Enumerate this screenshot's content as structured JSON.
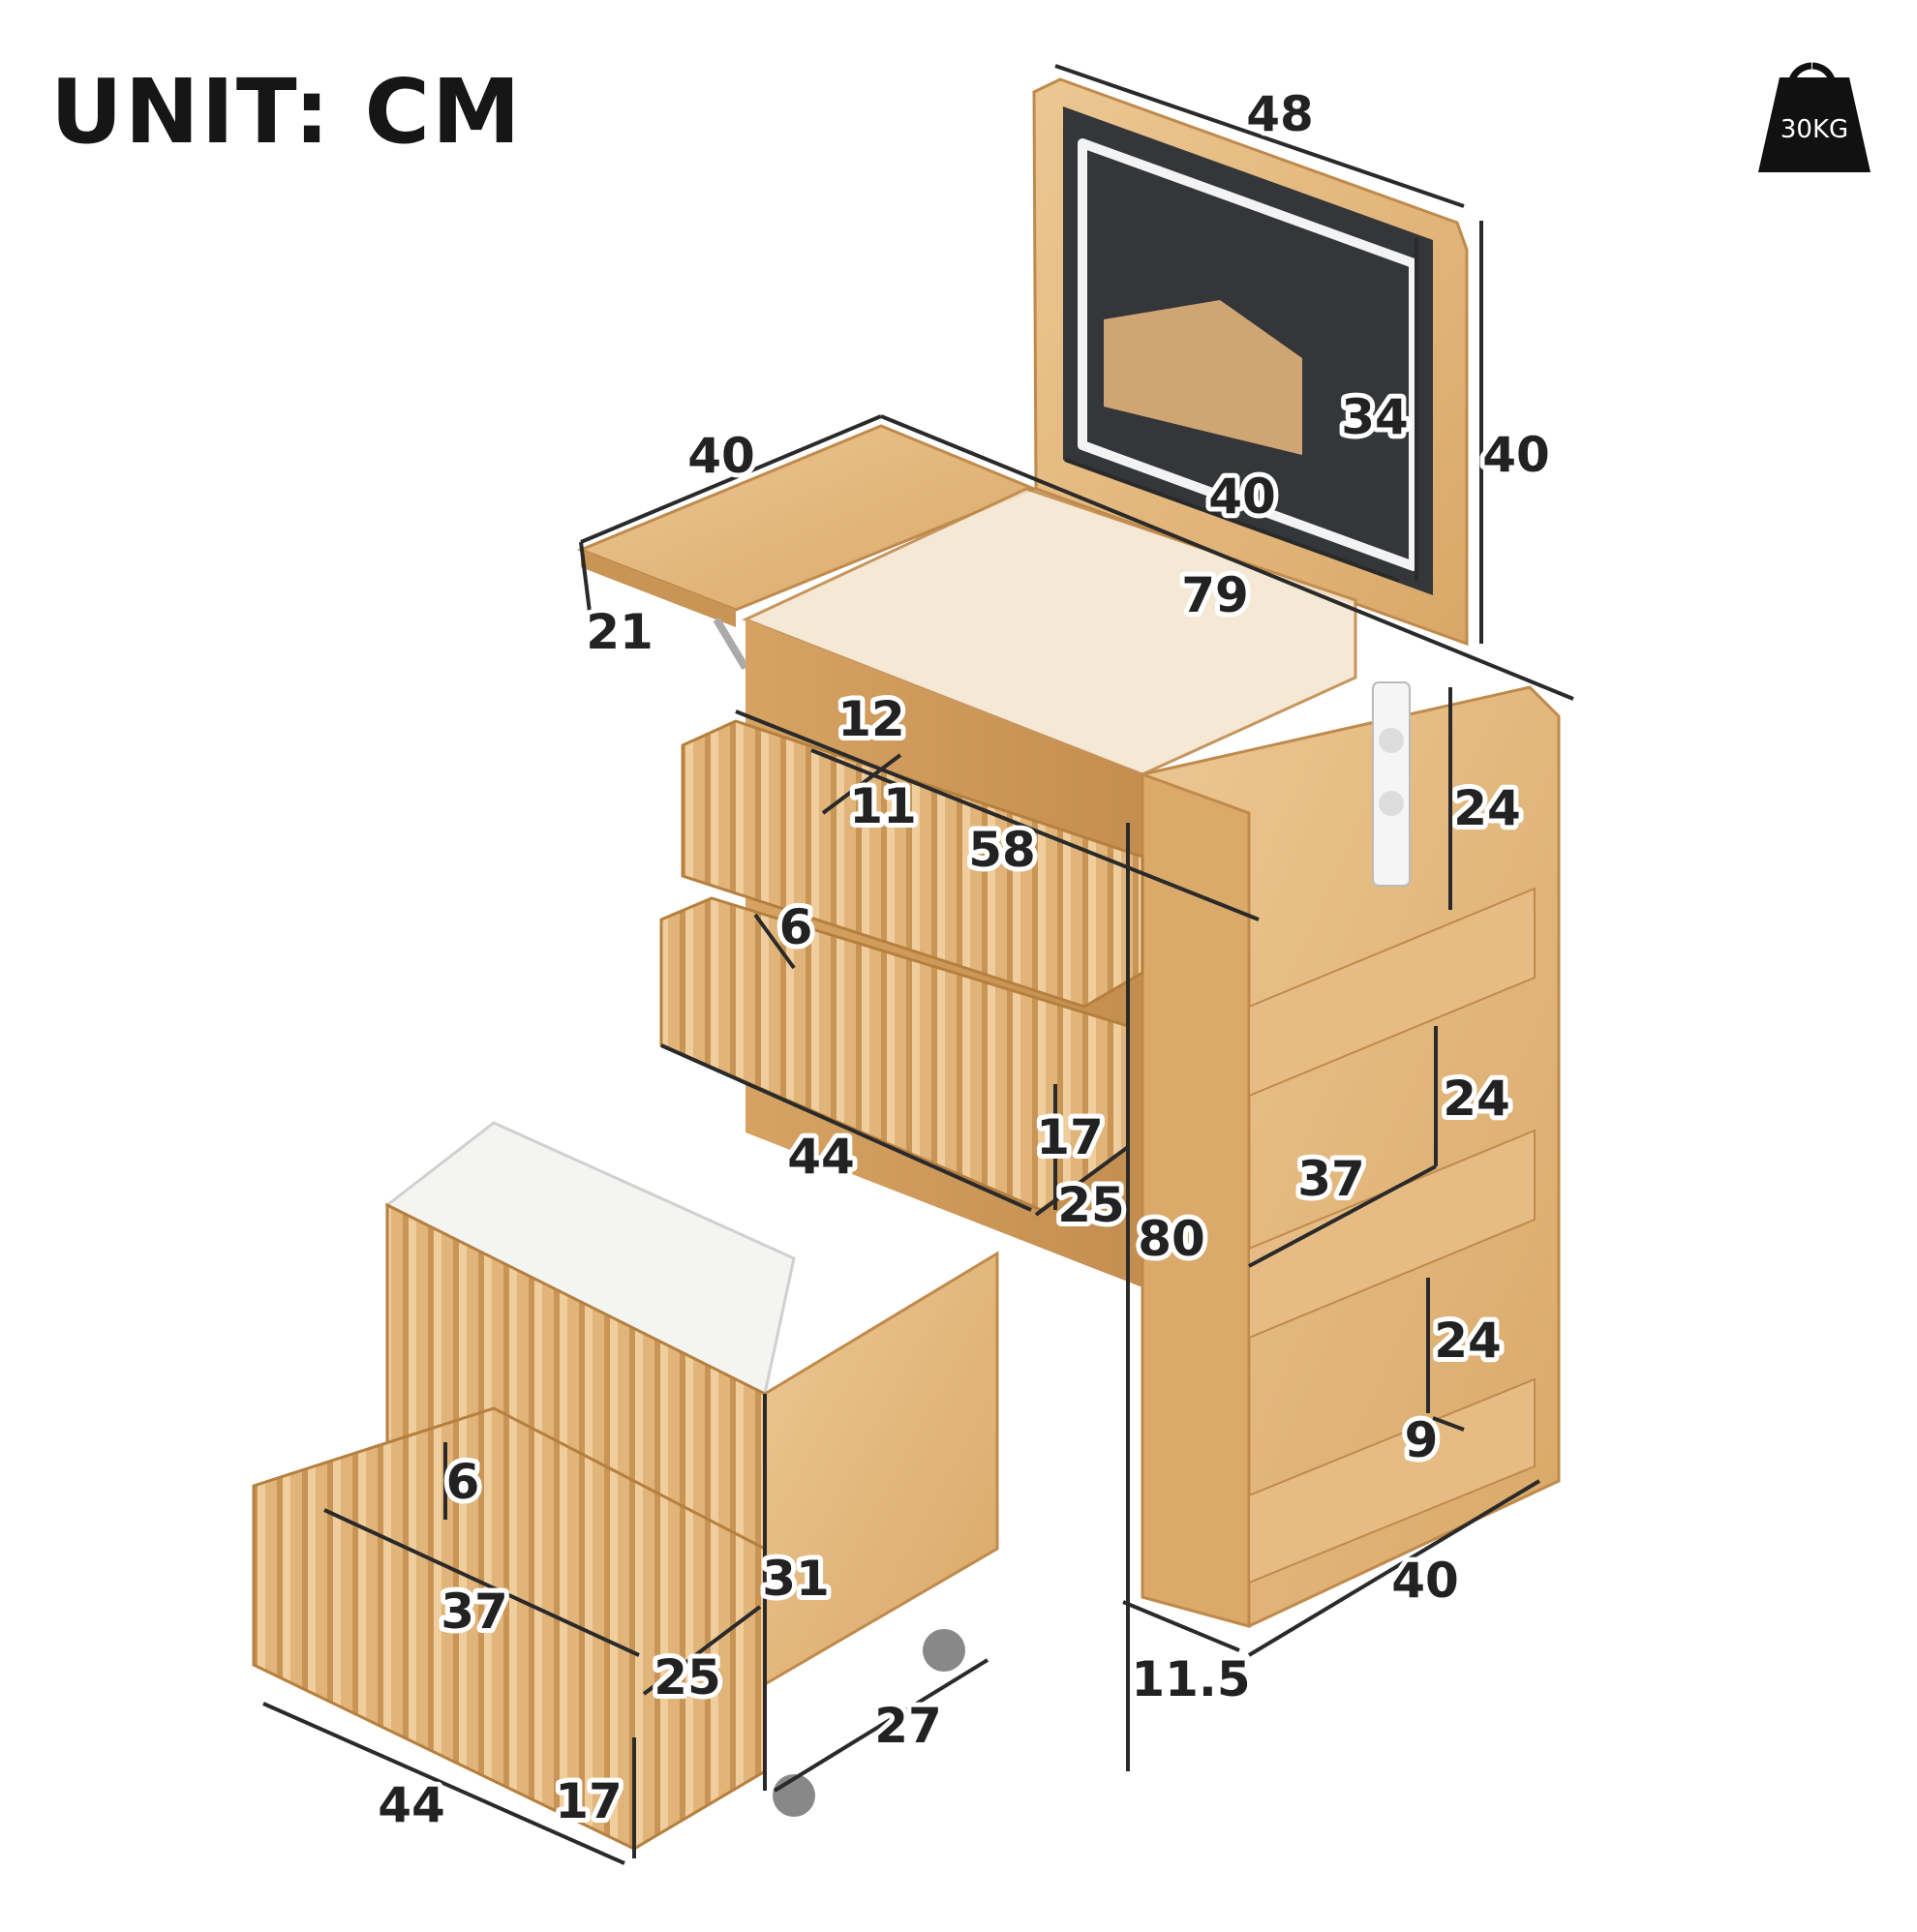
{
  "title": "UNIT: CM",
  "weight_badge": {
    "icon": "weight-icon",
    "label": "30KG"
  },
  "dimensions": {
    "mirror_width": "48",
    "mirror_height": "40",
    "mirror_inner_height": "34",
    "mirror_inner_width": "40",
    "side_table_length": "40",
    "side_table_depth": "21",
    "total_width": "79",
    "tray_compartment_width": "12",
    "tray_compartment_depth": "11",
    "drawer_top_width": "58",
    "drawer_top_height": "6",
    "drawer_mid_width": "44",
    "drawer_mid_height": "17",
    "drawer_mid_depth": "25",
    "total_height": "80",
    "shelf_1_height": "24",
    "shelf_2_height": "24",
    "shelf_3_height": "24",
    "shelf_width": "37",
    "shelf_lip": "9",
    "cabinet_depth": "40",
    "side_thickness": "11.5",
    "stool_drawer_height": "6",
    "stool_height": "31",
    "stool_drawer_width": "37",
    "stool_drawer_depth": "25",
    "stool_depth": "27",
    "stool_width": "44",
    "stool_front_height": "17"
  },
  "colors": {
    "wood": "#e3b77f",
    "wood_dark": "#c99556",
    "mirror": "#34363a",
    "cushion": "#f4f4f2",
    "text": "#222222"
  }
}
